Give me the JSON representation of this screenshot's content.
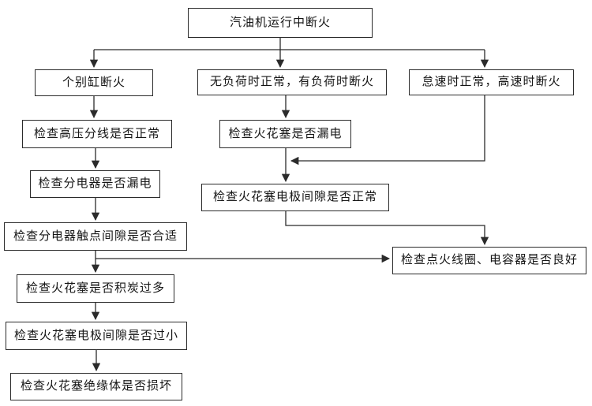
{
  "diagram": {
    "type": "flowchart",
    "language": "zh",
    "background_color": "#ffffff",
    "line_color": "#2b2b2b",
    "box_border_color": "#2b2b2b",
    "box_fill_color": "#ffffff",
    "text_color": "#161616",
    "nodes": {
      "root": {
        "label": "汽油机运行中断火"
      },
      "branch_individual": {
        "label": "个别缸断火"
      },
      "branch_load": {
        "label": "无负荷时正常，有负荷时断火"
      },
      "branch_speed": {
        "label": "怠速时正常，高速时断火"
      },
      "check_hv_wires": {
        "label": "检查高压分线是否正常"
      },
      "check_distributor_leak": {
        "label": "检查分电器是否漏电"
      },
      "check_contact_gap": {
        "label": "检查分电器触点间隙是否合适"
      },
      "check_plug_carbon": {
        "label": "检查火花塞是否积炭过多"
      },
      "check_plug_gap_small": {
        "label": "检查火花塞电极间隙是否过小"
      },
      "check_plug_insulator": {
        "label": "检查火花塞绝缘体是否损坏"
      },
      "check_plug_leak": {
        "label": "检查火花塞是否漏电"
      },
      "check_plug_gap_normal": {
        "label": "检查火花塞电极间隙是否正常"
      },
      "check_coil_capacitor": {
        "label": "检查点火线圈、电容器是否良好"
      }
    },
    "edges": [
      {
        "from": "root",
        "to": "branch_individual"
      },
      {
        "from": "root",
        "to": "branch_load"
      },
      {
        "from": "root",
        "to": "branch_speed"
      },
      {
        "from": "branch_individual",
        "to": "check_hv_wires"
      },
      {
        "from": "check_hv_wires",
        "to": "check_distributor_leak"
      },
      {
        "from": "check_distributor_leak",
        "to": "check_contact_gap"
      },
      {
        "from": "check_contact_gap",
        "to": "check_plug_carbon"
      },
      {
        "from": "check_contact_gap",
        "to": "check_coil_capacitor"
      },
      {
        "from": "check_plug_carbon",
        "to": "check_plug_gap_small"
      },
      {
        "from": "check_plug_gap_small",
        "to": "check_plug_insulator"
      },
      {
        "from": "branch_load",
        "to": "check_plug_leak"
      },
      {
        "from": "check_plug_leak",
        "to": "check_plug_gap_normal"
      },
      {
        "from": "branch_speed",
        "to": "check_plug_gap_normal"
      },
      {
        "from": "check_plug_gap_normal",
        "to": "check_coil_capacitor"
      }
    ]
  }
}
